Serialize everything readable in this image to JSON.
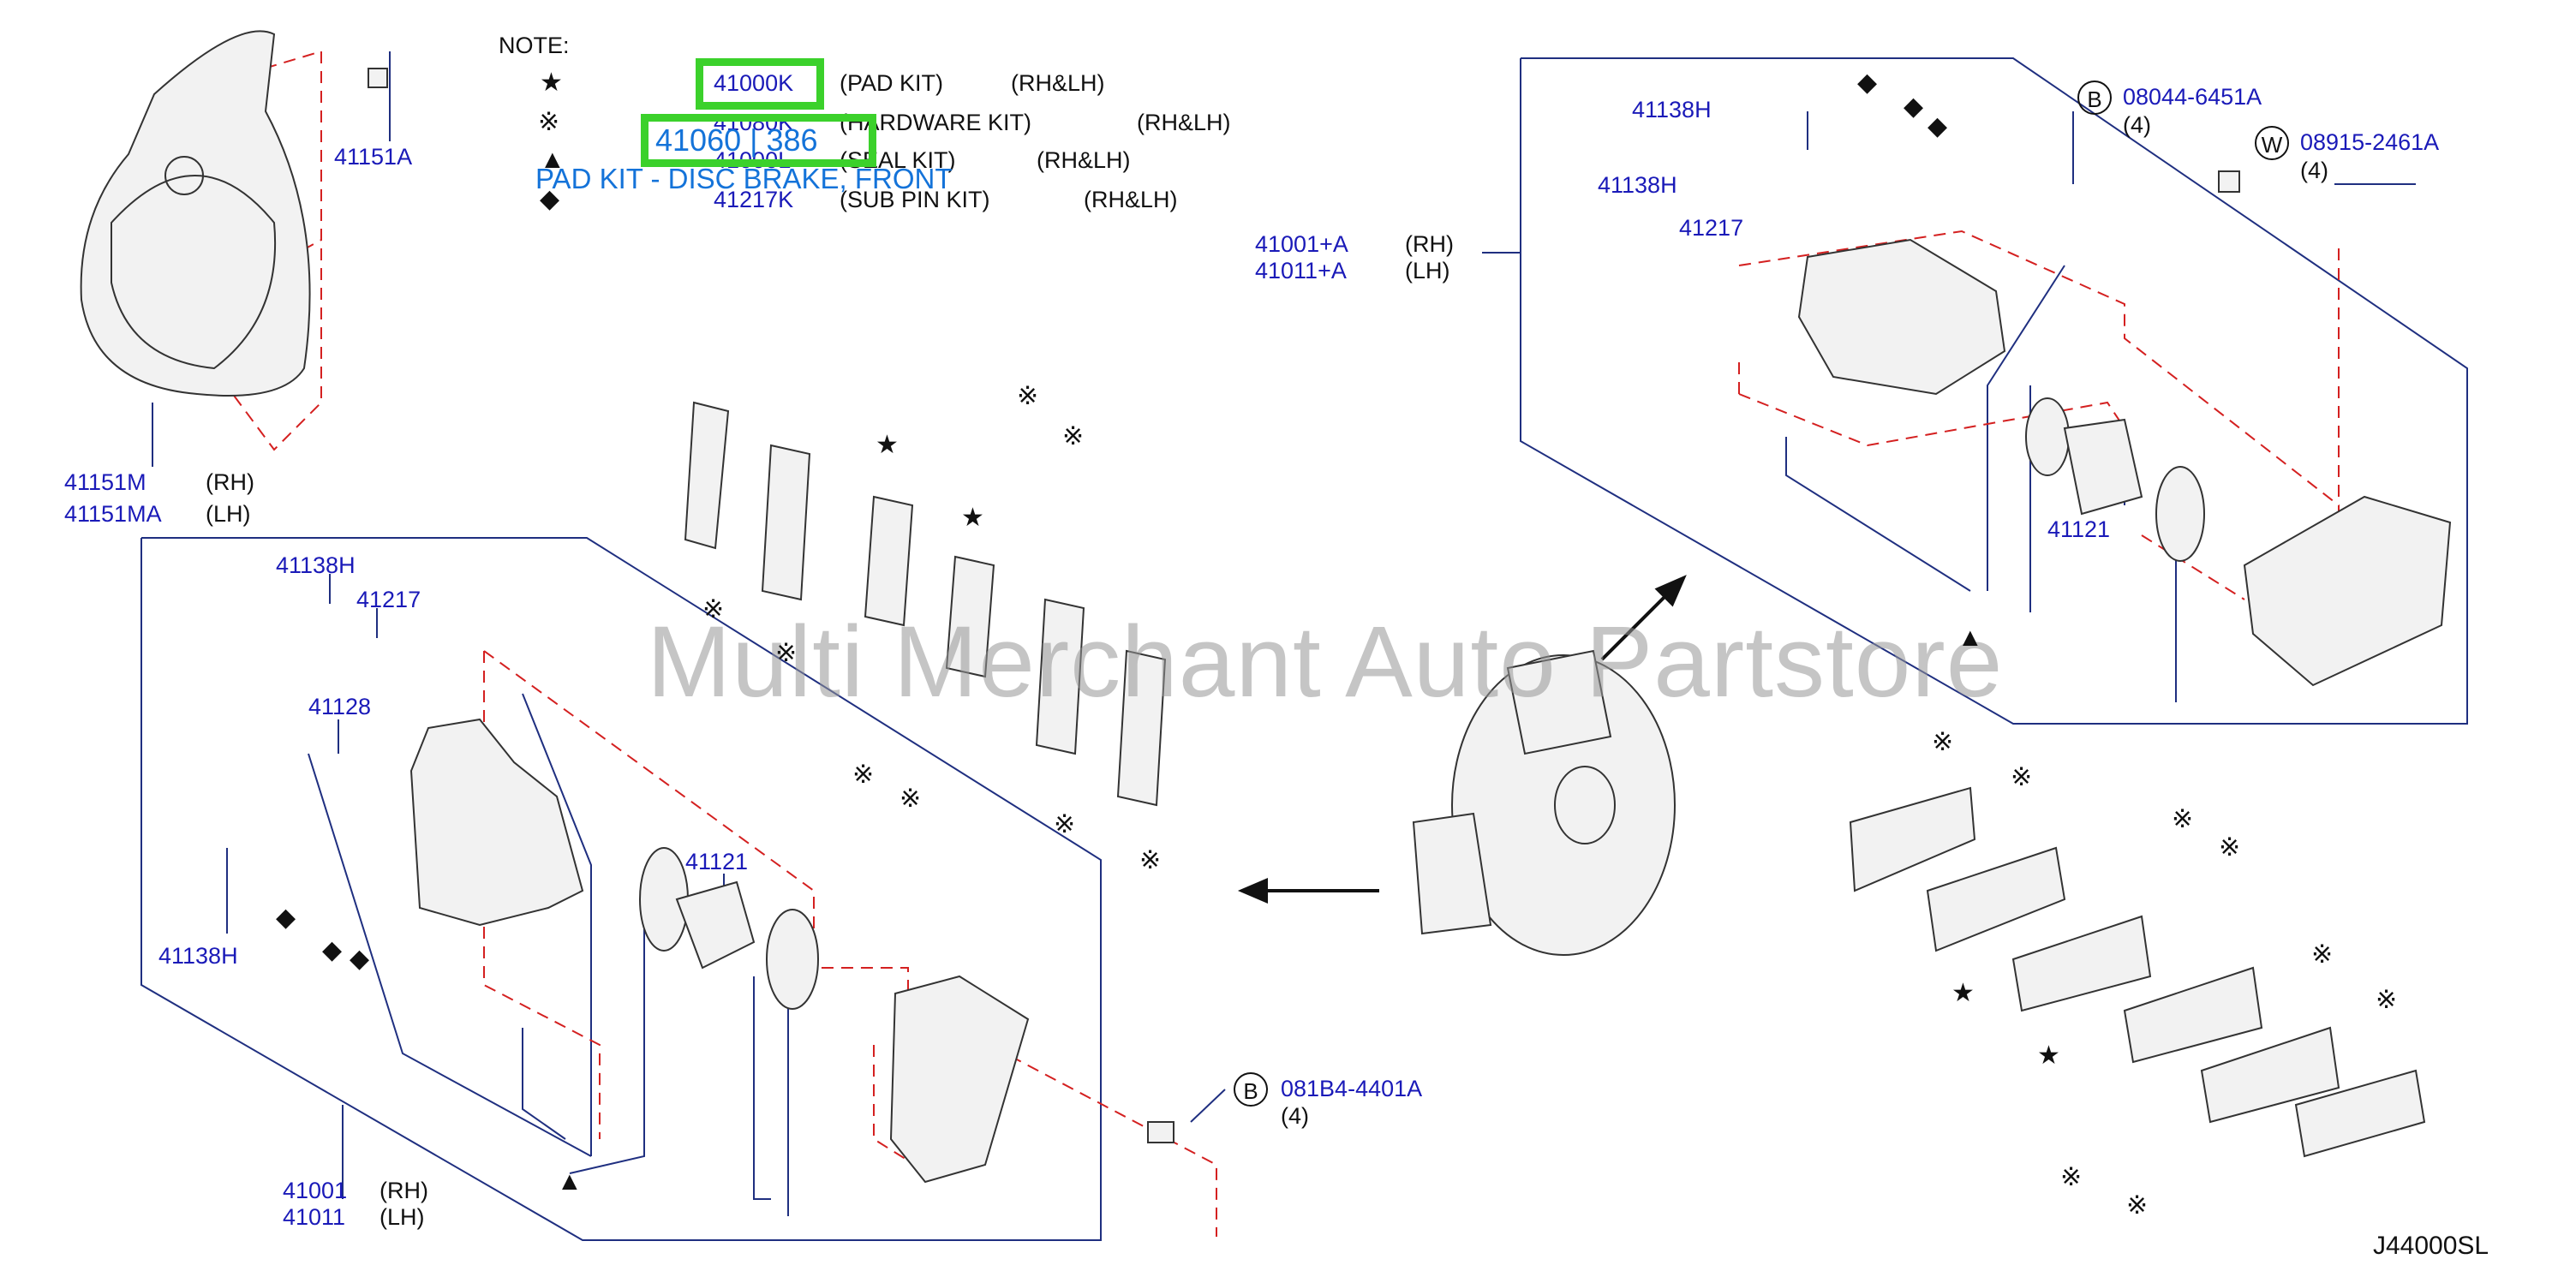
{
  "note": {
    "title": "NOTE:",
    "rows": [
      {
        "symbol": "★",
        "code": "41000K",
        "desc": "(PAD   KIT)",
        "side": "(RH&LH)"
      },
      {
        "symbol": "※",
        "code": "41080K",
        "desc": "(HARDWARE   KIT)",
        "side": "(RH&LH)"
      },
      {
        "symbol": "▲",
        "code": "41000L",
        "desc": "(SEAL   KIT)",
        "side": "(RH&LH)"
      },
      {
        "symbol": "◆",
        "code": "41217K",
        "desc": "(SUB   PIN   KIT)",
        "side": "(RH&LH)"
      }
    ]
  },
  "highlight": {
    "code": "41060 | 386",
    "caption": "PAD KIT - DISC BRAKE, FRONT"
  },
  "watermark": "Multi Merchant Auto Partstore",
  "diagram_id": "J44000SL",
  "parts": {
    "p41151A": "41151A",
    "p41151M": "41151M",
    "p41151M_side": "(RH)",
    "p41151MA": "41151MA",
    "p41151MA_side": "(LH)",
    "left_41138H_top": "41138H",
    "left_41217": "41217",
    "left_41128": "41128",
    "left_41138H_bot": "41138H",
    "left_41121": "41121",
    "left_41001": "41001",
    "left_41001_side": "(RH)",
    "left_41011": "41011",
    "left_41011_side": "(LH)",
    "bolt_081B4": "081B4-4401A",
    "bolt_081B4_qty": "(4)",
    "right_41138H_a": "41138H",
    "right_41138H_b": "41138H",
    "right_41217": "41217",
    "right_41001A": "41001+A",
    "right_41001A_side": "(RH)",
    "right_41011A": "41011+A",
    "right_41011A_side": "(LH)",
    "bolt_08044": "08044-6451A",
    "bolt_08044_qty": "(4)",
    "washer_08915": "08915-2461A",
    "washer_08915_qty": "(4)",
    "right_41121": "41121",
    "circle_B": "B",
    "circle_W": "W"
  }
}
